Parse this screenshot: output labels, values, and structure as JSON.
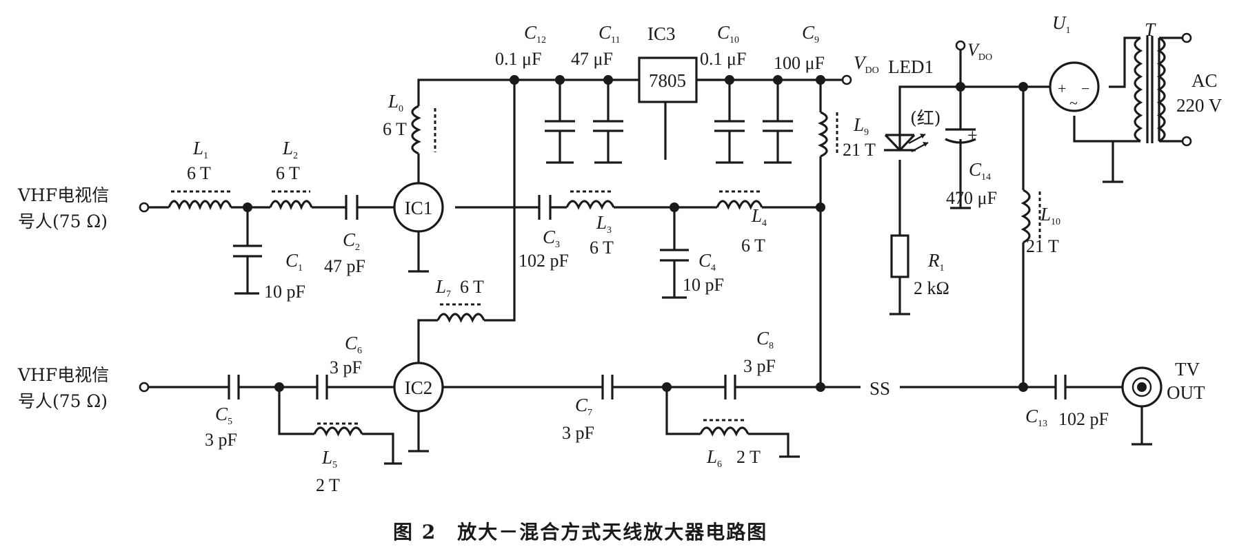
{
  "inputs": {
    "in1": {
      "line1": "VHF电视信",
      "line2": "号人(75 Ω)"
    },
    "in2": {
      "line1": "VHF电视信",
      "line2": "号人(75 Ω)"
    }
  },
  "parts": {
    "L1": {
      "n": "L",
      "s": "1",
      "v": "6 T"
    },
    "L2": {
      "n": "L",
      "s": "2",
      "v": "6 T"
    },
    "C1": {
      "n": "C",
      "s": "1",
      "v": "10 pF"
    },
    "C2": {
      "n": "C",
      "s": "2",
      "v": "47 pF"
    },
    "L0": {
      "n": "L",
      "s": "0",
      "v": "6 T"
    },
    "IC1": {
      "v": "IC1"
    },
    "C3": {
      "n": "C",
      "s": "3",
      "v": "102 pF"
    },
    "L3": {
      "n": "L",
      "s": "3",
      "v": "6 T"
    },
    "C4": {
      "n": "C",
      "s": "4",
      "v": "10 pF"
    },
    "L4": {
      "n": "L",
      "s": "4",
      "v": "6 T"
    },
    "L7": {
      "n": "L",
      "s": "7",
      "v": "6 T"
    },
    "C5": {
      "n": "C",
      "s": "5",
      "v": "3 pF"
    },
    "C6": {
      "n": "C",
      "s": "6",
      "v": "3 pF"
    },
    "L5": {
      "n": "L",
      "s": "5",
      "v": "2 T"
    },
    "IC2": {
      "v": "IC2"
    },
    "C7": {
      "n": "C",
      "s": "7",
      "v": "3 pF"
    },
    "C8": {
      "n": "C",
      "s": "8",
      "v": "3 pF"
    },
    "L6": {
      "n": "L",
      "s": "6",
      "v": "2 T"
    },
    "C12": {
      "n": "C",
      "s": "12",
      "v": "0.1 μF"
    },
    "C11": {
      "n": "C",
      "s": "11",
      "v": "47 μF"
    },
    "IC3": {
      "v": "IC3",
      "chip": "7805"
    },
    "C10": {
      "n": "C",
      "s": "10",
      "v": "0.1 μF"
    },
    "C9": {
      "n": "C",
      "s": "9",
      "v": "100 μF"
    },
    "VDO1": {
      "n": "V",
      "s": "DO"
    },
    "VDO2": {
      "n": "V",
      "s": "DO"
    },
    "L9": {
      "n": "L",
      "s": "9",
      "v": "21 T"
    },
    "LED1": {
      "v": "LED1",
      "color": "(红)"
    },
    "R1": {
      "n": "R",
      "s": "1",
      "v": "2 kΩ"
    },
    "C14": {
      "n": "C",
      "s": "14",
      "v": "470 μF",
      "pol": "+"
    },
    "L10": {
      "n": "L",
      "s": "10",
      "v": "21 T"
    },
    "U1": {
      "n": "U",
      "s": "1",
      "plus": "+",
      "minus": "−",
      "ac": "~"
    },
    "T": {
      "n": "T"
    },
    "AC": {
      "l1": "AC",
      "l2": "220 V"
    },
    "C13": {
      "n": "C",
      "s": "13",
      "v": "102 pF"
    },
    "SS": {
      "v": "SS"
    },
    "TVOUT": {
      "l1": "TV",
      "l2": "OUT"
    }
  },
  "caption": "图 2　放大－混合方式天线放大器电路图"
}
